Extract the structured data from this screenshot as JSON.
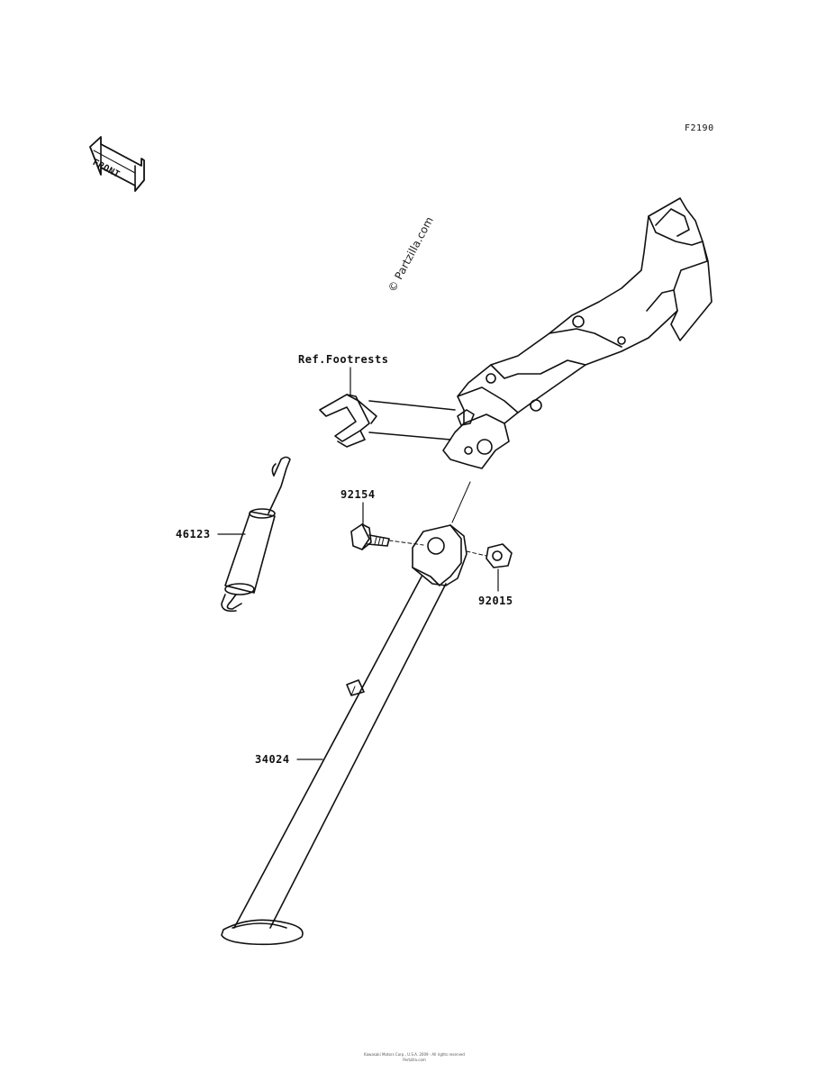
{
  "figure_id": "F2190",
  "front_arrow_text": "FRONT",
  "watermark": "© Partzilla.com",
  "footer_line1": "Kawasaki Motors Corp., U.S.A. 2009 · All rights reserved",
  "footer_line2": "Partzilla.com",
  "callouts": {
    "ref_footrests": "Ref.Footrests",
    "spring": "46123",
    "bolt": "92154",
    "nut": "92015",
    "stand": "34024"
  }
}
